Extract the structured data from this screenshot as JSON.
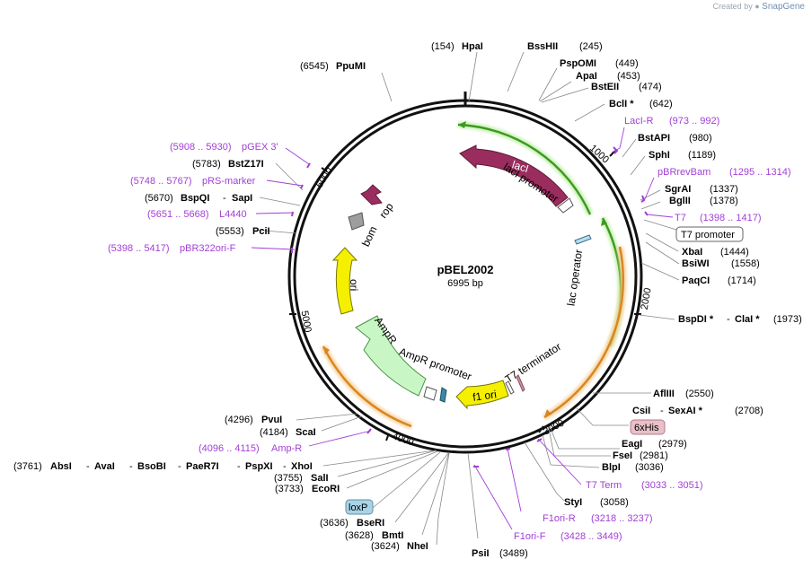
{
  "watermark": {
    "prefix": "Created by",
    "brand": "SnapGene"
  },
  "plasmid": {
    "name": "pBEL2002",
    "size_label": "6995 bp",
    "total_bp": 6995
  },
  "ticks": [
    "1000",
    "2000",
    "3000",
    "4000",
    "5000",
    "6000"
  ],
  "features": [
    {
      "name": "lacI",
      "color": "#9a2d5e"
    },
    {
      "name": "lacI promoter",
      "color": "#ffffff"
    },
    {
      "name": "lac operator",
      "color": "#b7e0f0"
    },
    {
      "name": "T7 terminator",
      "color": "#c99aa3"
    },
    {
      "name": "f1 ori",
      "color": "#f5f000"
    },
    {
      "name": "AmpR promoter",
      "color": "#ffffff"
    },
    {
      "name": "AmpR",
      "color": "#c8f7c5"
    },
    {
      "name": "ori",
      "color": "#f5f000"
    },
    {
      "name": "bom",
      "color": "#9e9e9e"
    },
    {
      "name": "rop",
      "color": "#9a2d5e"
    }
  ],
  "boxed_labels": {
    "t7_promoter": "T7 promoter",
    "his": "6xHis",
    "loxp": "loxP"
  },
  "sites": {
    "hpaI": {
      "pos": "(154)",
      "name": "HpaI"
    },
    "bsshii": {
      "name": "BssHII",
      "pos": "(245)"
    },
    "ppumi": {
      "pos": "(6545)",
      "name": "PpuMI"
    },
    "pspomi": {
      "name": "PspOMI",
      "pos": "(449)"
    },
    "apai": {
      "name": "ApaI",
      "pos": "(453)"
    },
    "bsteii": {
      "name": "BstEII",
      "pos": "(474)"
    },
    "bcli": {
      "name": "BclI *",
      "pos": "(642)"
    },
    "laci_r": {
      "name": "LacI-R",
      "pos": "(973 .. 992)"
    },
    "bstapi": {
      "name": "BstAPI",
      "pos": "(980)"
    },
    "sphi": {
      "name": "SphI",
      "pos": "(1189)"
    },
    "pbrrevbam": {
      "name": "pBRrevBam",
      "pos": "(1295 .. 1314)"
    },
    "sgrai": {
      "name": "SgrAI",
      "pos": "(1337)"
    },
    "bglii": {
      "name": "BglII",
      "pos": "(1378)"
    },
    "t7": {
      "name": "T7",
      "pos": "(1398 .. 1417)"
    },
    "xbai": {
      "name": "XbaI",
      "pos": "(1444)"
    },
    "bsiwi": {
      "name": "BsiWI",
      "pos": "(1558)"
    },
    "paqci": {
      "name": "PaqCI",
      "pos": "(1714)"
    },
    "bspdi": {
      "name": "BspDI *",
      "sep": "-",
      "name2": "ClaI *",
      "pos": "(1973)"
    },
    "aflIII": {
      "name": "AflIII",
      "pos": "(2550)"
    },
    "csii": {
      "name": "CsiI",
      "sep": "-",
      "name2": "SexAI *",
      "pos": "(2708)"
    },
    "eagi": {
      "name": "EagI",
      "pos": "(2979)"
    },
    "fsei": {
      "name": "FseI",
      "pos": "(2981)"
    },
    "blpi": {
      "name": "BlpI",
      "pos": "(3036)"
    },
    "t7term": {
      "name": "T7 Term",
      "pos": "(3033 .. 3051)"
    },
    "styi": {
      "name": "StyI",
      "pos": "(3058)"
    },
    "f1ori_r": {
      "name": "F1ori-R",
      "pos": "(3218 .. 3237)"
    },
    "f1ori_f": {
      "name": "F1ori-F",
      "pos": "(3428 .. 3449)"
    },
    "psii": {
      "name": "PsiI",
      "pos": "(3489)"
    },
    "nhei": {
      "pos": "(3624)",
      "name": "NheI"
    },
    "bmti": {
      "pos": "(3628)",
      "name": "BmtI"
    },
    "bseri": {
      "pos": "(3636)",
      "name": "BseRI"
    },
    "ecori": {
      "pos": "(3733)",
      "name": "EcoRI"
    },
    "sali": {
      "pos": "(3755)",
      "name": "SalI"
    },
    "absi": {
      "pos": "(3761)",
      "name": "AbsI",
      "rest": [
        "AvaI",
        "BsoBI",
        "PaeR7I",
        "PspXI",
        "XhoI"
      ],
      "sep": "-"
    },
    "amp_r": {
      "pos": "(4096 .. 4115)",
      "name": "Amp-R"
    },
    "scai": {
      "pos": "(4184)",
      "name": "ScaI"
    },
    "pvui": {
      "pos": "(4296)",
      "name": "PvuI"
    },
    "pbr322ori_f": {
      "pos": "(5398 .. 5417)",
      "name": "pBR322ori-F"
    },
    "pcii": {
      "pos": "(5553)",
      "name": "PciI"
    },
    "l4440": {
      "pos": "(5651 .. 5668)",
      "name": "L4440"
    },
    "bspqi": {
      "pos": "(5670)",
      "name": "BspQI",
      "sep": "-",
      "name2": "SapI"
    },
    "prs_marker": {
      "pos": "(5748 .. 5767)",
      "name": "pRS-marker"
    },
    "bstz17i": {
      "pos": "(5783)",
      "name": "BstZ17I"
    },
    "pgex3": {
      "pos": "(5908 .. 5930)",
      "name": "pGEX 3'"
    }
  }
}
